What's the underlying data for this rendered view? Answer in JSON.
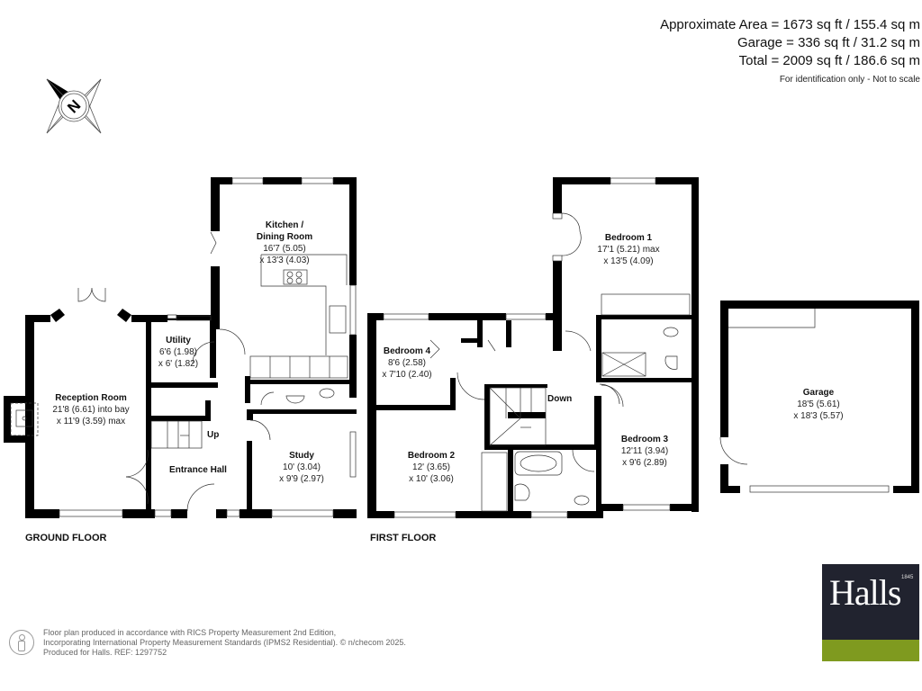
{
  "header": {
    "area_lines": [
      "Approximate Area = 1673 sq ft / 155.4 sq m",
      "Garage = 336 sq ft / 31.2 sq m",
      "Total = 2009 sq ft / 186.6 sq m"
    ],
    "note": "For identification only - Not to scale"
  },
  "compass": {
    "icon": "compass-north-icon",
    "letter": "N"
  },
  "floors": {
    "ground": {
      "title": "GROUND FLOOR"
    },
    "first": {
      "title": "FIRST FLOOR"
    }
  },
  "rooms": {
    "kitchen": {
      "name_1": "Kitchen /",
      "name_2": "Dining Room",
      "dim_1": "16'7 (5.05)",
      "dim_2": "x 13'3 (4.03)"
    },
    "utility": {
      "name": "Utility",
      "dim_1": "6'6 (1.98)",
      "dim_2": "x 6' (1.82)"
    },
    "reception": {
      "name": "Reception Room",
      "dim_1": "21'8 (6.61) into bay",
      "dim_2": "x 11'9 (3.59) max"
    },
    "entrance_hall": {
      "name": "Entrance Hall"
    },
    "study": {
      "name": "Study",
      "dim_1": "10' (3.04)",
      "dim_2": "x 9'9 (2.97)"
    },
    "bedroom1": {
      "name": "Bedroom 1",
      "dim_1": "17'1 (5.21) max",
      "dim_2": "x 13'5 (4.09)"
    },
    "bedroom2": {
      "name": "Bedroom 2",
      "dim_1": "12' (3.65)",
      "dim_2": "x 10' (3.06)"
    },
    "bedroom3": {
      "name": "Bedroom 3",
      "dim_1": "12'11 (3.94)",
      "dim_2": "x 9'6 (2.89)"
    },
    "bedroom4": {
      "name": "Bedroom 4",
      "dim_1": "8'6 (2.58)",
      "dim_2": "x 7'10 (2.40)"
    },
    "garage": {
      "name": "Garage",
      "dim_1": "18'5 (5.61)",
      "dim_2": "x 18'3 (5.57)"
    }
  },
  "stairs": {
    "up_label": "Up",
    "down_label": "Down"
  },
  "footer": {
    "icon": "person-info-icon",
    "lines": [
      "Floor plan produced in accordance with RICS Property Measurement 2nd Edition,",
      "Incorporating International Property Measurement Standards (IPMS2 Residential).   © n/checom 2025.",
      "Produced for Halls.   REF: 1297752"
    ]
  },
  "logo": {
    "word": "Halls",
    "year": "1845",
    "colors": {
      "navy": "#21232f",
      "green": "#7f9a1f"
    }
  }
}
